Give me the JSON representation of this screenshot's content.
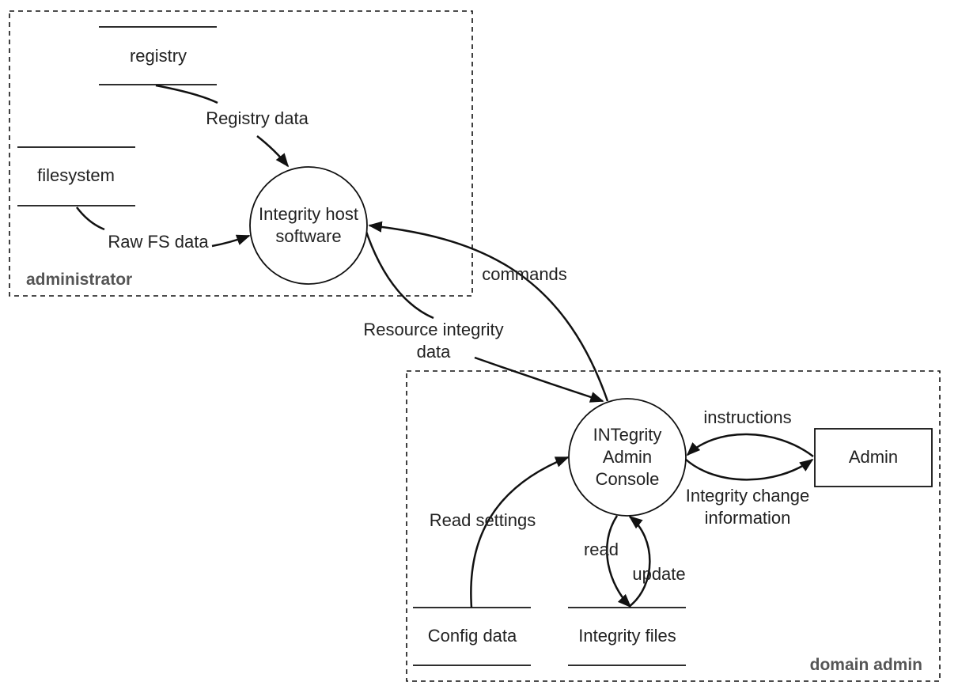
{
  "boundaries": {
    "administrator": "administrator",
    "domain_admin": "domain admin"
  },
  "processes": {
    "host": {
      "line1": "Integrity host",
      "line2": "software"
    },
    "console": {
      "line1": "INTegrity",
      "line2": "Admin",
      "line3": "Console"
    }
  },
  "stores": {
    "registry": "registry",
    "filesystem": "filesystem",
    "config": "Config data",
    "integrity_files": "Integrity files"
  },
  "entities": {
    "admin": "Admin"
  },
  "flows": {
    "registry_data": "Registry data",
    "raw_fs_data": "Raw FS data",
    "commands": "commands",
    "resource_integrity": {
      "line1": "Resource integrity",
      "line2": "data"
    },
    "instructions": "instructions",
    "integrity_change": {
      "line1": "Integrity change",
      "line2": "information"
    },
    "read_settings": "Read settings",
    "read": "read",
    "update": "update"
  }
}
